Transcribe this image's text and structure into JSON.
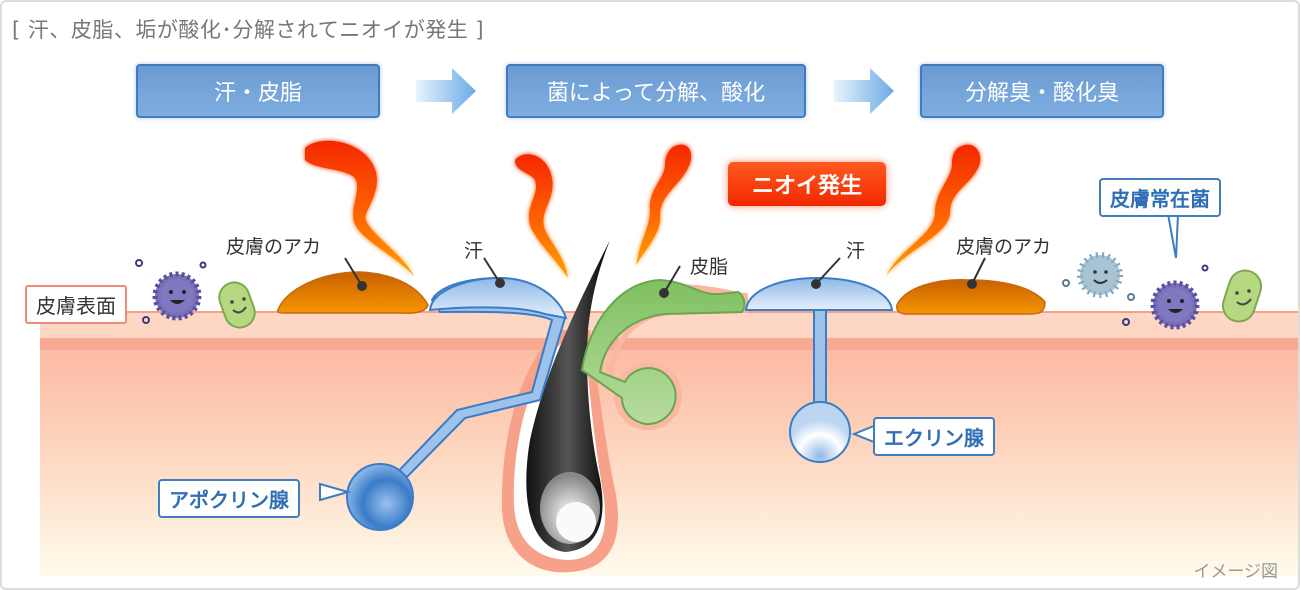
{
  "title": "[ 汗、皮脂、垢が酸化･分解されてニオイが発生 ]",
  "flow": {
    "steps": [
      {
        "label": "汗・皮脂"
      },
      {
        "label": "菌によって分解、酸化"
      },
      {
        "label": "分解臭・酸化臭"
      }
    ],
    "arrow_icon": "right-arrow-icon"
  },
  "badge": {
    "label": "ニオイ発生",
    "color": "#f22800"
  },
  "labels": {
    "skin_dirt_left": "皮膚のアカ",
    "sweat_left": "汗",
    "sebum": "皮脂",
    "sweat_right": "汗",
    "skin_dirt_right": "皮膚のアカ",
    "skin_surface": "皮膚表面",
    "resident_bacteria": "皮膚常在菌",
    "apocrine_gland": "アポクリン腺",
    "eccrine_gland": "エクリン腺"
  },
  "note": "イメージ図",
  "colors": {
    "step_blue": "#6b9bd2",
    "sweat_blue": "#9dc3ea",
    "sebum_green": "#8cc870",
    "dirt_orange": "#e07a10",
    "skin_pink": "#fbb8a0",
    "odor_red": "#f23a00"
  }
}
